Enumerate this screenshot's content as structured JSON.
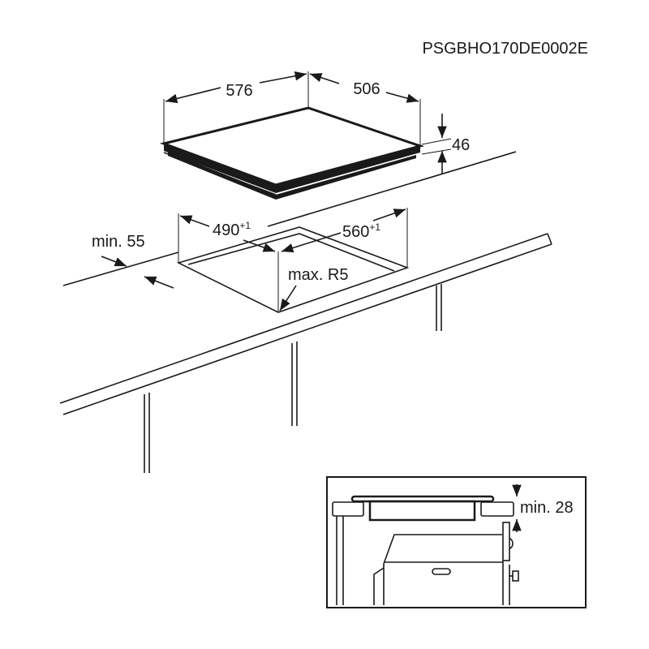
{
  "code": "PSGBHO170DE0002E",
  "dimensions": {
    "width": "576",
    "depth": "506",
    "height": "46",
    "cutout_depth": "490",
    "cutout_depth_tol": "+1",
    "cutout_width": "560",
    "cutout_width_tol": "+1",
    "front_distance": "min. 55",
    "corner_radius": "max. R5"
  },
  "inset": {
    "clearance": "min. 28"
  }
}
